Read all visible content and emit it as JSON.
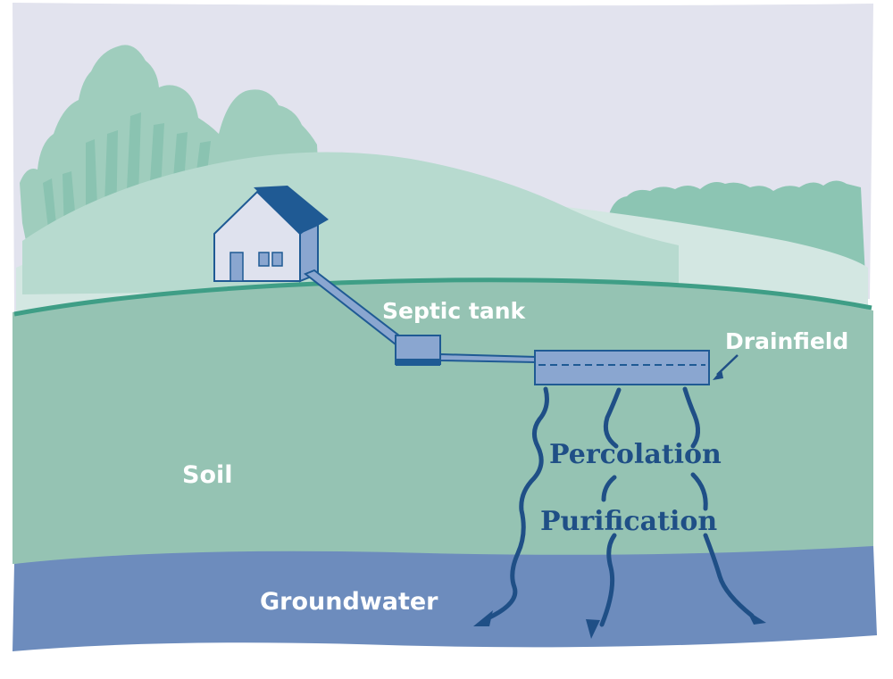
{
  "labels": {
    "septic_tank": "Septic tank",
    "drainfield": "Drainfield",
    "soil": "Soil",
    "groundwater": "Groundwater",
    "percolation": "Percolation",
    "purification": "Purification"
  },
  "colors": {
    "sky": "#e2e3ee",
    "far_trees": "#9fcdbd",
    "near_trees": "#8cc5b3",
    "meadow": "#d3e7e2",
    "hill_band": "#b7dacf",
    "soil": "#95c3b3",
    "horizon_line": "#3f9e86",
    "groundwater": "#6d8cbd",
    "pipe_fill": "#8aa6d0",
    "house_roof": "#1f5a94",
    "flow_arrows": "#1f4f86",
    "label_white": "#ffffff"
  }
}
